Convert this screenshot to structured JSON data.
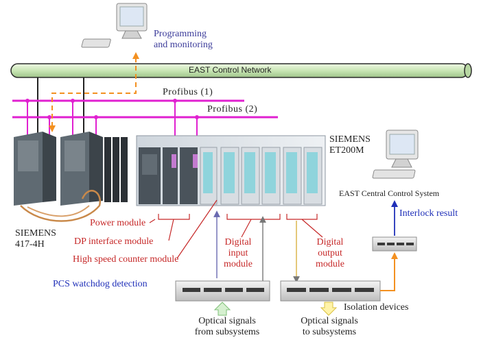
{
  "network": {
    "east_control_network": "EAST Control Network",
    "profibus_1": "Profibus (1)",
    "profibus_2": "Profibus (2)"
  },
  "workstations": {
    "programming": [
      "Programming",
      "and monitoring"
    ],
    "central": "EAST Central Control System"
  },
  "plc": {
    "brand_left": [
      "SIEMENS",
      "417-4H"
    ],
    "brand_right": [
      "SIEMENS",
      "ET200M"
    ]
  },
  "modules": {
    "power": "Power module",
    "dp_interface": "DP interface module",
    "high_speed_counter": "High speed counter module",
    "digital_input": [
      "Digital",
      "input",
      "module"
    ],
    "digital_output": [
      "Digital",
      "output",
      "module"
    ]
  },
  "signals": {
    "pcs_watchdog": "PCS watchdog detection",
    "interlock_result": "Interlock result",
    "isolation_devices": "Isolation devices",
    "optical_from": [
      "Optical signals",
      "from subsystems"
    ],
    "optical_to": [
      "Optical signals",
      "to subsystems"
    ]
  },
  "colors": {
    "profibus": "#e020d0",
    "network_tube": "#c9e6b5",
    "red_label": "#c62828",
    "blue_label": "#1f2fb8",
    "orange_arrow": "#f39020"
  }
}
